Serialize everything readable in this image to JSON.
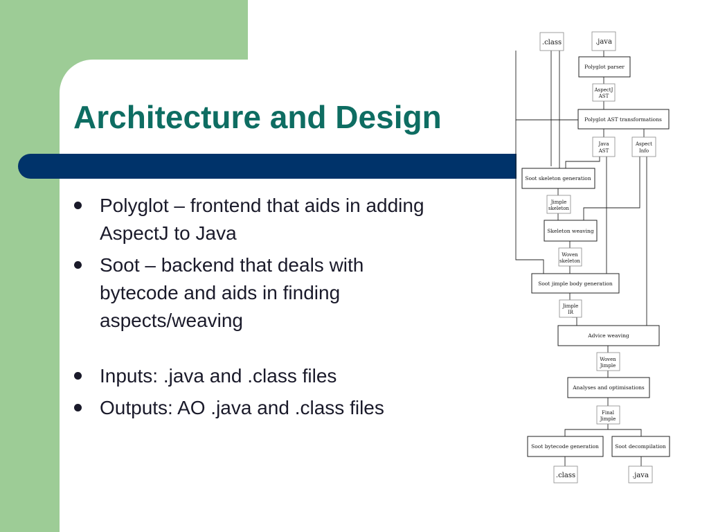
{
  "slide": {
    "title": "Architecture and Design",
    "bullets": [
      "Polyglot – frontend that aids in adding AspectJ to Java",
      "Soot – backend that deals with bytecode and aids in finding aspects/weaving",
      "Inputs: .java and .class files",
      "Outputs: AO .java and .class files"
    ]
  },
  "diagram": {
    "inputs": {
      "class_file": ".class",
      "java_file": ".java"
    },
    "steps": {
      "polyglot_parser": "Polyglot parser",
      "aspectj_ast_1": "AspectJ",
      "aspectj_ast_2": "AST",
      "ast_transformations": "Polyglot AST transformations",
      "java_ast_1": "Java",
      "java_ast_2": "AST",
      "aspect_info_1": "Aspect",
      "aspect_info_2": "Info",
      "skeleton_generation": "Soot skeleton generation",
      "jimple_skeleton_1": "Jimple",
      "jimple_skeleton_2": "skeleton",
      "skeleton_weaving": "Skeleton weaving",
      "woven_skeleton_1": "Woven",
      "woven_skeleton_2": "skeleton",
      "body_generation": "Soot jimple body generation",
      "jimple_ir_1": "Jimple",
      "jimple_ir_2": "IR",
      "advice_weaving": "Advice weaving",
      "woven_jimple_1": "Woven",
      "woven_jimple_2": "Jimple",
      "analyses": "Analyses and optimisations",
      "final_jimple_1": "Final",
      "final_jimple_2": "Jimple",
      "bytecode_generation": "Soot bytecode generation",
      "decompilation": "Soot decompilation"
    },
    "outputs": {
      "class_file": ".class",
      "java_file": ".java"
    }
  }
}
